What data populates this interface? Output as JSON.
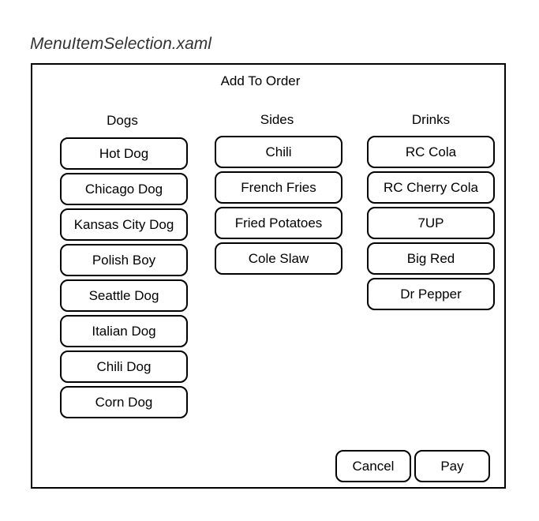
{
  "file_title": "MenuItemSelection.xaml",
  "window": {
    "title": "Add To Order"
  },
  "columns": {
    "dogs": {
      "header": "Dogs",
      "items": [
        "Hot Dog",
        "Chicago Dog",
        "Kansas City Dog",
        "Polish Boy",
        "Seattle Dog",
        "Italian Dog",
        "Chili Dog",
        "Corn Dog"
      ]
    },
    "sides": {
      "header": "Sides",
      "items": [
        "Chili",
        "French Fries",
        "Fried Potatoes",
        "Cole Slaw"
      ]
    },
    "drinks": {
      "header": "Drinks",
      "items": [
        "RC Cola",
        "RC Cherry Cola",
        "7UP",
        "Big Red",
        "Dr Pepper"
      ]
    }
  },
  "footer": {
    "cancel_label": "Cancel",
    "pay_label": "Pay"
  }
}
